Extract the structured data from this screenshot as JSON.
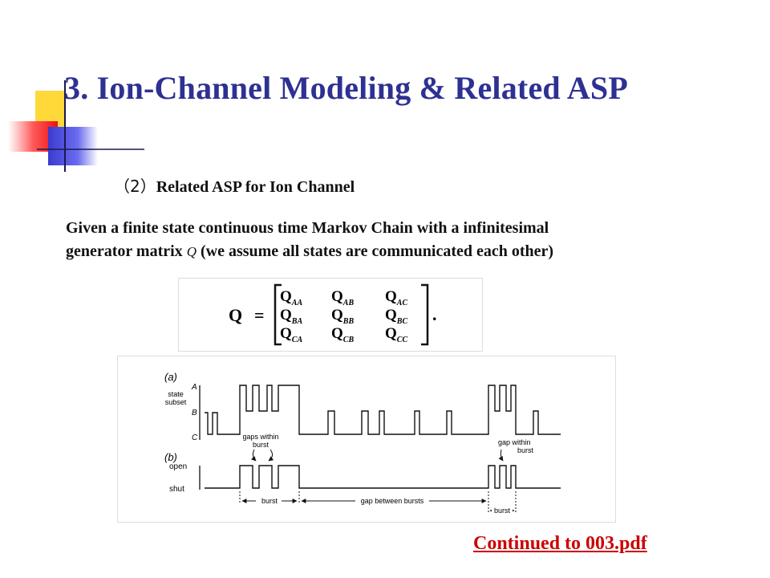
{
  "slide": {
    "title": "3. Ion-Channel Modeling & Related ASP",
    "subtitle_paren": "（2）",
    "subtitle_text": "Related ASP for Ion Channel",
    "body_line1": "Given a finite state continuous time Markov Chain with a infinitesimal",
    "body_line2_a": "generator matrix ",
    "body_line2_q": "Q",
    "body_line2_b": " (we assume all states are communicated each other)",
    "link_label": "Continued  to 003.pdf"
  },
  "matrix": {
    "lhs": "Q",
    "eq": "=",
    "period": ".",
    "rows": [
      [
        {
          "base": "Q",
          "sub": "AA"
        },
        {
          "base": "Q",
          "sub": "AB"
        },
        {
          "base": "Q",
          "sub": "AC"
        }
      ],
      [
        {
          "base": "Q",
          "sub": "BA"
        },
        {
          "base": "Q",
          "sub": "BB"
        },
        {
          "base": "Q",
          "sub": "BC"
        }
      ],
      [
        {
          "base": "Q",
          "sub": "CA"
        },
        {
          "base": "Q",
          "sub": "CB"
        },
        {
          "base": "Q",
          "sub": "CC"
        }
      ]
    ]
  },
  "figure": {
    "panel_a": "(a)",
    "panel_b": "(b)",
    "state_label_1": "state",
    "state_label_2": "subset",
    "level_a": "A",
    "level_b": "B",
    "level_c": "C",
    "open_label": "open",
    "shut_label": "shut",
    "gaps_within_1": "gaps within",
    "gaps_within_2": "burst",
    "gap_within_1": "gap within",
    "gap_within_2": "burst",
    "burst_label": "burst",
    "gap_between": "gap between bursts",
    "burst_label_2": "burst"
  }
}
